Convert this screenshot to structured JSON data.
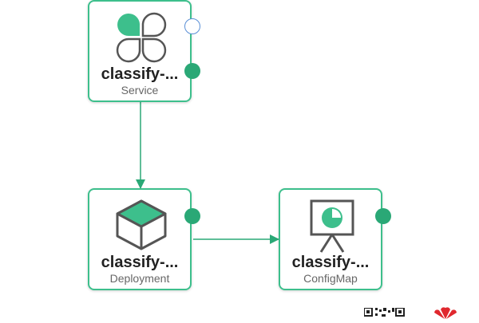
{
  "nodes": {
    "service": {
      "name": "classify-...",
      "kind": "Service",
      "icon": "clover-icon"
    },
    "deployment": {
      "name": "classify-...",
      "kind": "Deployment",
      "icon": "cube-icon"
    },
    "configmap": {
      "name": "classify-...",
      "kind": "ConfigMap",
      "icon": "presentation-chart-icon"
    }
  },
  "edges": [
    {
      "from": "service",
      "to": "deployment"
    },
    {
      "from": "deployment",
      "to": "configmap"
    }
  ],
  "colors": {
    "accent": "#3dbf8c",
    "port": "#2aa876",
    "edge": "#2aa876",
    "icon_dark": "#555555",
    "hollow_port": "#5a8fd6"
  }
}
